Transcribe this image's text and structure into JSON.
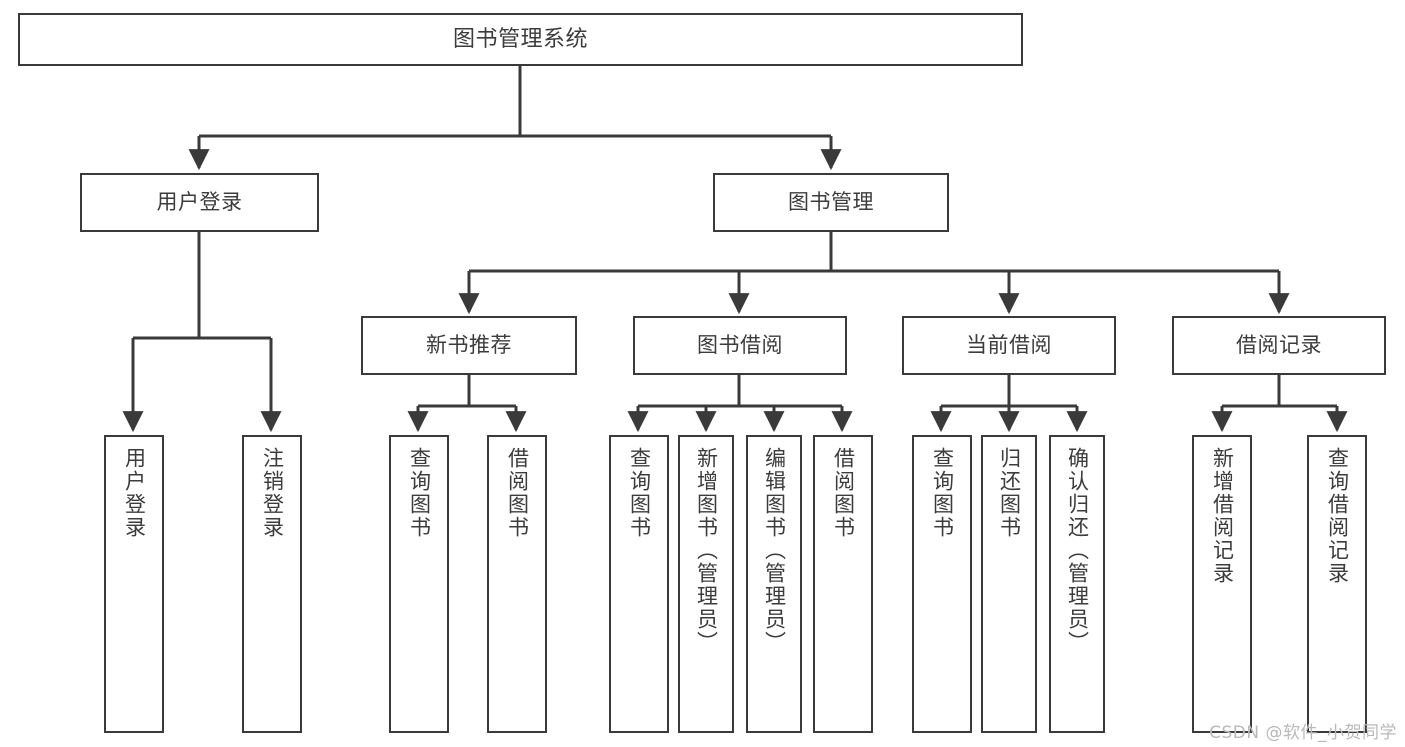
{
  "diagram": {
    "title": "图书管理系统",
    "type": "tree-hierarchy",
    "watermark": "CSDN @软件_小贺同学",
    "colors": {
      "node_border": "#3a3a3a",
      "node_fill": "#ffffff",
      "edge": "#3a3a3a",
      "text": "#3c3c3c",
      "background": "#ffffff",
      "watermark": "#b9b9b9"
    },
    "nodes": {
      "root": {
        "label": "图书管理系统"
      },
      "level2": [
        {
          "label": "用户登录"
        },
        {
          "label": "图书管理"
        }
      ],
      "level3": [
        {
          "label": "新书推荐"
        },
        {
          "label": "图书借阅"
        },
        {
          "label": "当前借阅"
        },
        {
          "label": "借阅记录"
        }
      ],
      "leaves": [
        {
          "label": "用户登录",
          "parent": "用户登录"
        },
        {
          "label": "注销登录",
          "parent": "用户登录"
        },
        {
          "label": "查询图书",
          "parent": "新书推荐"
        },
        {
          "label": "借阅图书",
          "parent": "新书推荐"
        },
        {
          "label": "查询图书",
          "parent": "图书借阅"
        },
        {
          "label": "新增图书（管理员）",
          "parent": "图书借阅"
        },
        {
          "label": "编辑图书（管理员）",
          "parent": "图书借阅"
        },
        {
          "label": "借阅图书",
          "parent": "图书借阅"
        },
        {
          "label": "查询图书",
          "parent": "当前借阅"
        },
        {
          "label": "归还图书",
          "parent": "当前借阅"
        },
        {
          "label": "确认归还（管理员）",
          "parent": "当前借阅"
        },
        {
          "label": "新增借阅记录",
          "parent": "借阅记录"
        },
        {
          "label": "查询借阅记录",
          "parent": "借阅记录"
        }
      ]
    }
  }
}
